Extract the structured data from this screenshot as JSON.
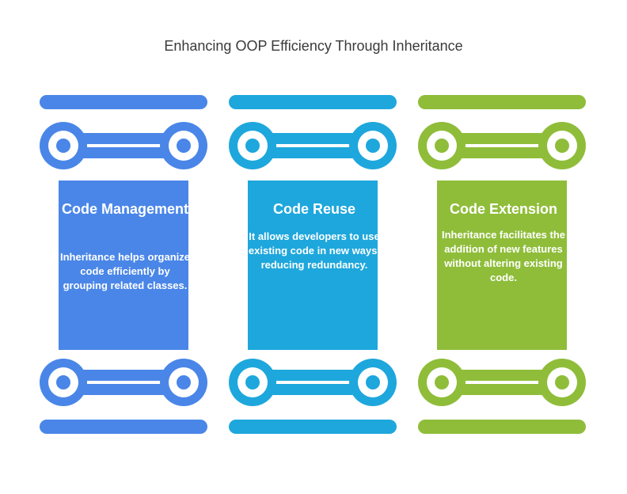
{
  "title": "Enhancing OOP Efficiency Through Inheritance",
  "columns": [
    {
      "heading": "Code Management",
      "body": "Inheritance helps organize code efficiently by grouping related classes.",
      "color": "#4a86e8"
    },
    {
      "heading": "Code Reuse",
      "body": "It allows developers to use existing code in new ways, reducing redundancy.",
      "color": "#1ea7dc"
    },
    {
      "heading": "Code Extension",
      "body": "Inheritance facilitates the addition of new features without altering existing code.",
      "color": "#8fbd3a"
    }
  ]
}
